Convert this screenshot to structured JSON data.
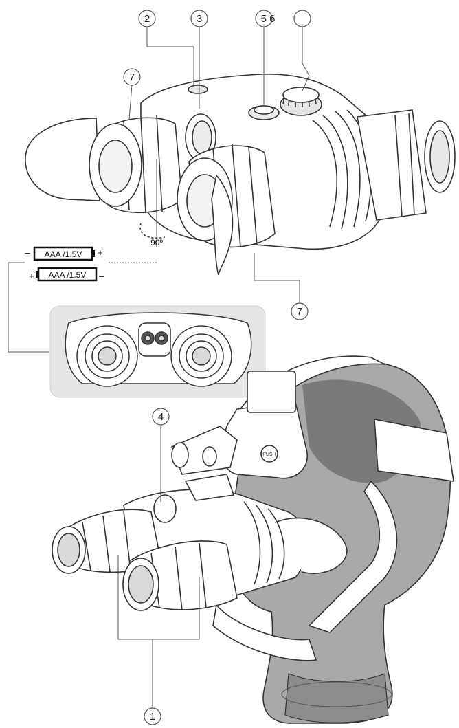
{
  "callouts": {
    "c1": "1",
    "c2": "2",
    "c3": "3",
    "c4": "4",
    "c56": "5 6",
    "c7_top": "7",
    "c7_bottom": "7",
    "c_blank": ""
  },
  "rotation_label": "90º",
  "batteries": [
    {
      "label": "AAA /1.5V",
      "left_sign": "–",
      "right_sign": "+"
    },
    {
      "label": "AAA /1.5V",
      "left_sign": "+",
      "right_sign": "–"
    }
  ],
  "push_label": "PUSH",
  "colors": {
    "line": "#333333",
    "light_gray": "#d9d9d9",
    "panel": "#e6e6e6",
    "head_dark": "#7a7a7a",
    "head_mid": "#a9a9a9"
  }
}
